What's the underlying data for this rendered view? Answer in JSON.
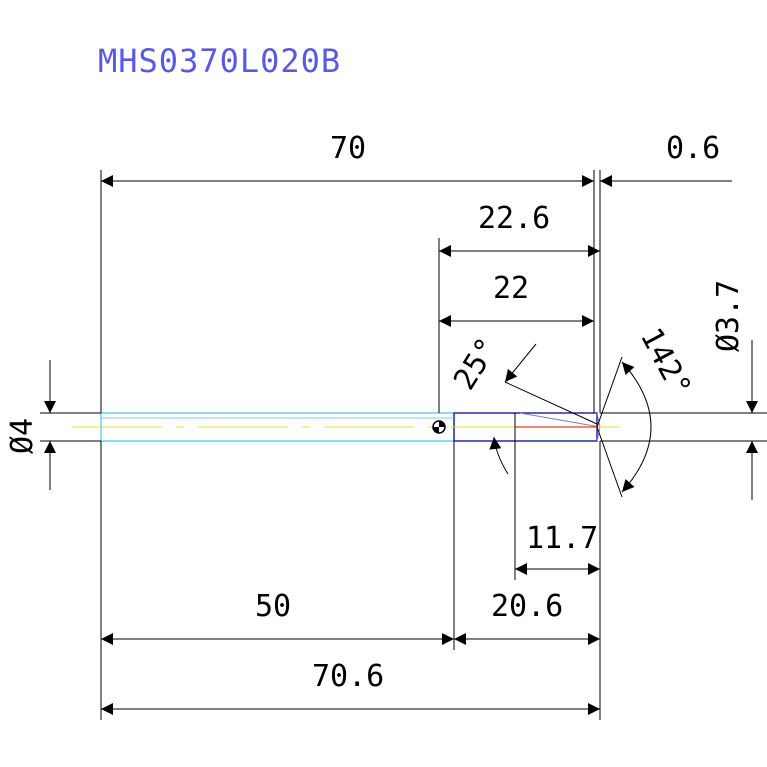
{
  "title": "MHS0370L020B",
  "dimensions": {
    "d70": "70",
    "d0_6": "0.6",
    "d22_6": "22.6",
    "d22": "22",
    "a25": "25°",
    "a142": "142°",
    "dia3_7": "Ø3.7",
    "dia4": "Ø4",
    "d11_7": "11.7",
    "d50": "50",
    "d20_6": "20.6",
    "d70_6": "70.6"
  },
  "colors": {
    "title": "#5a5ae0",
    "dim": "#000000",
    "shank": "#40c8e8",
    "flute": "#1a1aa8",
    "center": "#e0e040",
    "accent": "#e04020",
    "edge": "#8080c0"
  }
}
